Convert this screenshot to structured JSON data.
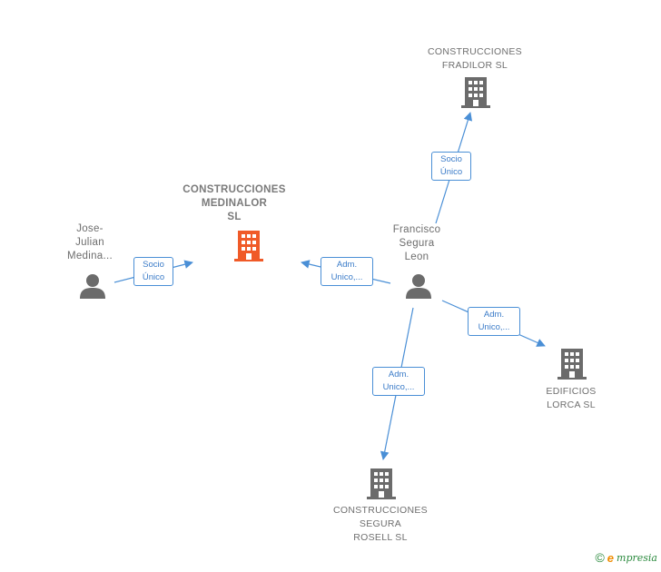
{
  "nodes": {
    "medinalor": {
      "label": "CONSTRUCCIONES\nMEDINALOR\nSL",
      "type": "company",
      "highlight": true
    },
    "fradilor": {
      "label": "CONSTRUCCIONES\nFRADILOR  SL",
      "type": "company"
    },
    "lorca": {
      "label": "EDIFICIOS\nLORCA SL",
      "type": "company"
    },
    "rosell": {
      "label": "CONSTRUCCIONES\nSEGURA\nROSELL  SL",
      "type": "company"
    },
    "jose": {
      "label": "Jose-\nJulian\nMedina...",
      "type": "person"
    },
    "francisco": {
      "label": "Francisco\nSegura\nLeon",
      "type": "person"
    }
  },
  "edges": [
    {
      "id": "jose-medinalor",
      "label": "Socio\nÚnico"
    },
    {
      "id": "francisco-medinalor",
      "label": "Adm.\nUnico,..."
    },
    {
      "id": "francisco-fradilor",
      "label": "Socio\nÚnico"
    },
    {
      "id": "francisco-lorca",
      "label": "Adm.\nUnico,..."
    },
    {
      "id": "francisco-rosell",
      "label": "Adm.\nUnico,..."
    }
  ],
  "colors": {
    "edge": "#4a8fd6",
    "company_icon": "#6b6b6b",
    "company_highlight": "#f05a28",
    "person_icon": "#6b6b6b"
  },
  "footer": {
    "copyright": "©",
    "brand_first": "e",
    "brand_rest": "mpresia"
  }
}
